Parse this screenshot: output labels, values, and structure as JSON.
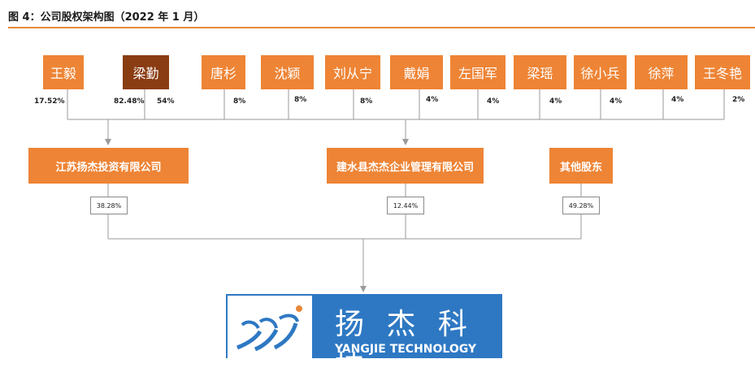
{
  "title": "图 4：公司股权架构图（2022 年 1 月）",
  "persons": [
    {
      "name": "王毅",
      "pct": "17.52%"
    },
    {
      "name": "梁勤",
      "pct": "82.48%",
      "pct2": "54%"
    },
    {
      "name": "唐杉",
      "pct": "8%"
    },
    {
      "name": "沈颖",
      "pct": "8%"
    },
    {
      "name": "刘从宁",
      "pct": "8%"
    },
    {
      "name": "戴娟",
      "pct": "4%"
    },
    {
      "name": "左国军",
      "pct": "4%"
    },
    {
      "name": "梁瑶",
      "pct": "4%"
    },
    {
      "name": "徐小兵",
      "pct": "4%"
    },
    {
      "name": "徐萍",
      "pct": "4%"
    },
    {
      "name": "王冬艳",
      "pct": "2%"
    }
  ],
  "holders": [
    {
      "name": "江苏扬杰投资有限公司",
      "pct": "38.28%"
    },
    {
      "name": "建水县杰杰企业管理有限公司",
      "pct": "12.44%"
    },
    {
      "name": "其他股东",
      "pct": "49.28%"
    }
  ],
  "company": {
    "name_cn": "扬 杰 科 技",
    "name_en": "YANGJIE TECHNOLOGY"
  },
  "colors": {
    "box": "#ee8435",
    "box_highlight": "#8a3c12",
    "logo": "#2e78c3",
    "line": "#9a9a9a"
  }
}
